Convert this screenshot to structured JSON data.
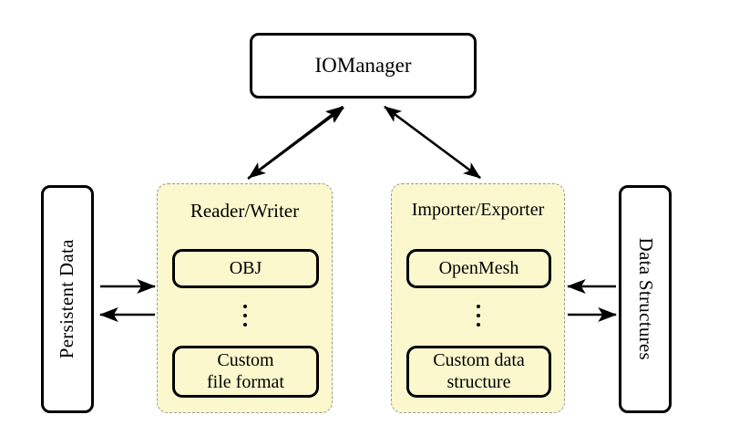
{
  "diagram": {
    "title_node": {
      "label": "IOManager"
    },
    "left_store": {
      "label": "Persistent Data"
    },
    "right_store": {
      "label": "Data Structures"
    },
    "panels": [
      {
        "title": "Reader/Writer",
        "items": [
          {
            "label": "OBJ"
          },
          {
            "label": "⋮"
          },
          {
            "line1": "Custom",
            "line2": "file format"
          }
        ]
      },
      {
        "title": "Importer/Exporter",
        "items": [
          {
            "label": "OpenMesh"
          },
          {
            "label": "⋮"
          },
          {
            "line1": "Custom data",
            "line2": "structure"
          }
        ]
      }
    ],
    "connections": [
      {
        "name": "iomanager-to-reader-writer",
        "style": "double-headed-arrow"
      },
      {
        "name": "iomanager-to-importer-exporter",
        "style": "double-headed-arrow"
      },
      {
        "name": "persistent-data-to-reader-writer",
        "style": "arrow-right"
      },
      {
        "name": "reader-writer-to-persistent-data",
        "style": "arrow-left"
      },
      {
        "name": "data-structures-to-importer-exporter",
        "style": "arrow-left"
      },
      {
        "name": "importer-exporter-to-data-structures",
        "style": "arrow-right"
      }
    ],
    "colors": {
      "panel_fill": "#fbf8cd",
      "panel_border": "#9a9a93",
      "node_stroke": "#000000",
      "background": "#ffffff"
    }
  }
}
